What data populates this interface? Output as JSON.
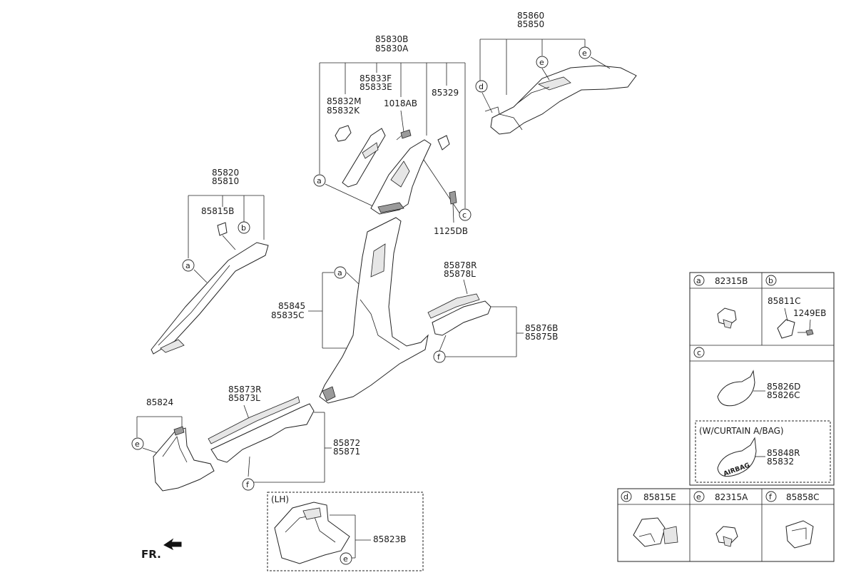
{
  "labels": {
    "l85860": "85860",
    "l85850": "85850",
    "l85830B": "85830B",
    "l85830A": "85830A",
    "l85833F": "85833F",
    "l85833E": "85833E",
    "l85832M": "85832M",
    "l85832K": "85832K",
    "l1018AB": "1018AB",
    "l85329": "85329",
    "l1125DB": "1125DB",
    "l85820": "85820",
    "l85810": "85810",
    "l85815B": "85815B",
    "l85845": "85845",
    "l85835C": "85835C",
    "l85878R": "85878R",
    "l85878L": "85878L",
    "l85876B": "85876B",
    "l85875B": "85875B",
    "l85824": "85824",
    "l85873R": "85873R",
    "l85873L": "85873L",
    "l85872": "85872",
    "l85871": "85871",
    "lh": "(LH)",
    "l85823B": "85823B",
    "fr": "FR."
  },
  "callout_letters": {
    "a": "a",
    "b": "b",
    "c": "c",
    "d": "d",
    "e": "e",
    "f": "f"
  },
  "legend": {
    "a_code": "82315B",
    "b_code1": "85811C",
    "b_code2": "1249EB",
    "c_code1": "85826D",
    "c_code2": "85826C",
    "c_note": "(W/CURTAIN A/BAG)",
    "c_code3": "85848R",
    "c_code4": "85832",
    "airbag_text": "AIRBAG",
    "d_code": "85815E",
    "e_code": "82315A",
    "f_code": "85858C"
  }
}
